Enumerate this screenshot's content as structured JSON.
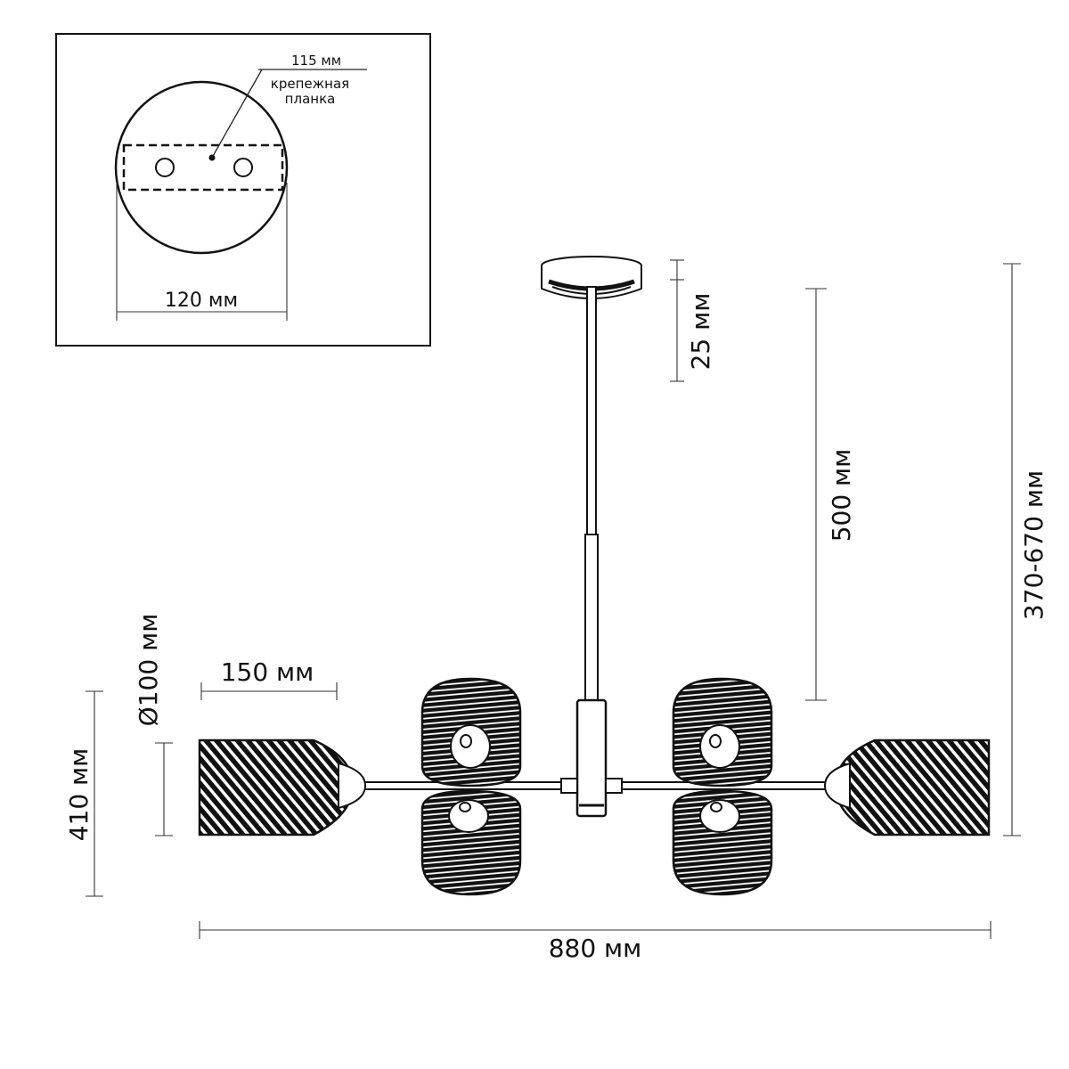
{
  "inset": {
    "plate_strip_width": "115 мм",
    "plate_label": [
      "крепежная",
      "планка"
    ],
    "canopy_diameter": "120 мм"
  },
  "dimensions": {
    "canopy_height": "25 мм",
    "rod_length": "500 мм",
    "total_height": "370-670 мм",
    "shade_diameter": "Ø100 мм",
    "shade_length": "150 мм",
    "fixture_height": "410 мм",
    "total_width": "880 мм"
  }
}
